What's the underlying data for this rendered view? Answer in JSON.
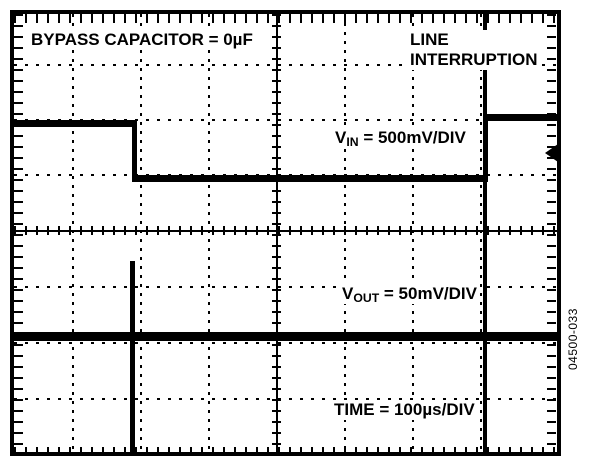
{
  "figure": {
    "id_label": "04500-033",
    "type": "oscilloscope-capture"
  },
  "annotations": {
    "bypass_capacitor": "BYPASS CAPACITOR = 0µF",
    "line_interruption_l1": "LINE",
    "line_interruption_l2": "INTERRUPTION",
    "vin_prefix": "V",
    "vin_sub": "IN",
    "vin_value": " = 500mV/DIV",
    "vout_prefix": "V",
    "vout_sub": "OUT",
    "vout_value": " = 50mV/DIV",
    "time_label": "TIME = 100µs/DIV"
  },
  "scope_settings": {
    "channel_1": "V_IN",
    "channel_1_scale": "500mV/DIV",
    "channel_2": "V_OUT",
    "channel_2_scale": "50mV/DIV",
    "timebase": "100µs/DIV",
    "bypass_capacitor": "0µF",
    "event": "LINE INTERRUPTION"
  },
  "chart_data": {
    "type": "line",
    "title": "BYPASS CAPACITOR = 0µF",
    "annotation": "LINE INTERRUPTION",
    "xlabel": "TIME = 100µs/DIV",
    "grid": "dotted-graticule-8x8",
    "divisions_x": 8,
    "divisions_y": 8,
    "x_per_div_us": 100,
    "series": [
      {
        "name": "V_IN",
        "units_per_div_mV": 500,
        "ylabel": "V_IN = 500mV/DIV",
        "description": "Input supply drops one division then recovers",
        "points": [
          {
            "t_div": 0.0,
            "v_div": 2.0
          },
          {
            "t_div": 1.72,
            "v_div": 2.0
          },
          {
            "t_div": 1.72,
            "v_div": 1.0
          },
          {
            "t_div": 6.7,
            "v_div": 1.0
          },
          {
            "t_div": 6.7,
            "v_div": 2.1
          },
          {
            "t_div": 8.0,
            "v_div": 2.1
          }
        ]
      },
      {
        "name": "V_OUT",
        "units_per_div_mV": 50,
        "ylabel": "V_OUT = 50mV/DIV",
        "description": "Output shows narrow glitch spikes at each input transition",
        "baseline_v_div": 0.0,
        "spikes": [
          {
            "t_div": 1.72,
            "amplitude_div": 3.4
          },
          {
            "t_div": 6.7,
            "amplitude_div": 3.4
          }
        ]
      }
    ]
  },
  "markers": {
    "trigger_level_arrow": "left-pointing-triangle"
  }
}
